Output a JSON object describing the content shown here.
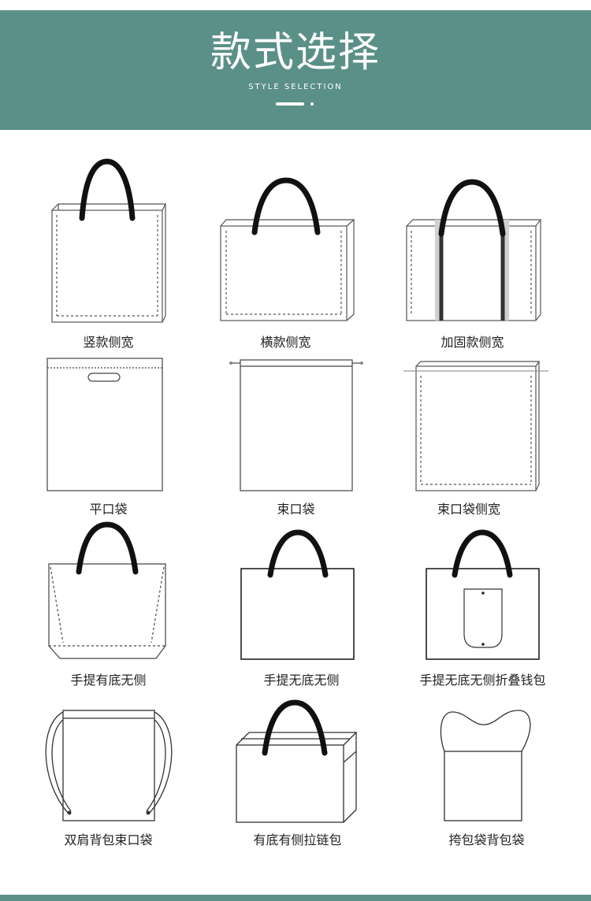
{
  "header": {
    "title": "款式选择",
    "subtitle": "STYLE SELECTION"
  },
  "styles": [
    {
      "label": "竖款侧宽",
      "icon": "vertical-side-gusset-bag-icon"
    },
    {
      "label": "横款侧宽",
      "icon": "horizontal-side-gusset-bag-icon"
    },
    {
      "label": "加固款侧宽",
      "icon": "reinforced-side-gusset-bag-icon"
    },
    {
      "label": "平口袋",
      "icon": "flat-die-cut-bag-icon"
    },
    {
      "label": "束口袋",
      "icon": "drawstring-bag-icon"
    },
    {
      "label": "束口袋侧宽",
      "icon": "drawstring-side-gusset-bag-icon"
    },
    {
      "label": "手提有底无侧",
      "icon": "handle-bottom-no-side-bag-icon"
    },
    {
      "label": "手提无底无侧",
      "icon": "handle-no-bottom-no-side-bag-icon"
    },
    {
      "label": "手提无底无侧折叠钱包",
      "icon": "foldable-wallet-bag-icon"
    },
    {
      "label": "双肩背包束口袋",
      "icon": "backpack-drawstring-bag-icon"
    },
    {
      "label": "有底有侧拉链包",
      "icon": "zipper-bag-icon"
    },
    {
      "label": "挎包袋背包袋",
      "icon": "shoulder-backpack-bag-icon"
    }
  ],
  "colors": {
    "header_bg": "#5b9088",
    "line": "#333333",
    "handle": "#111111"
  }
}
